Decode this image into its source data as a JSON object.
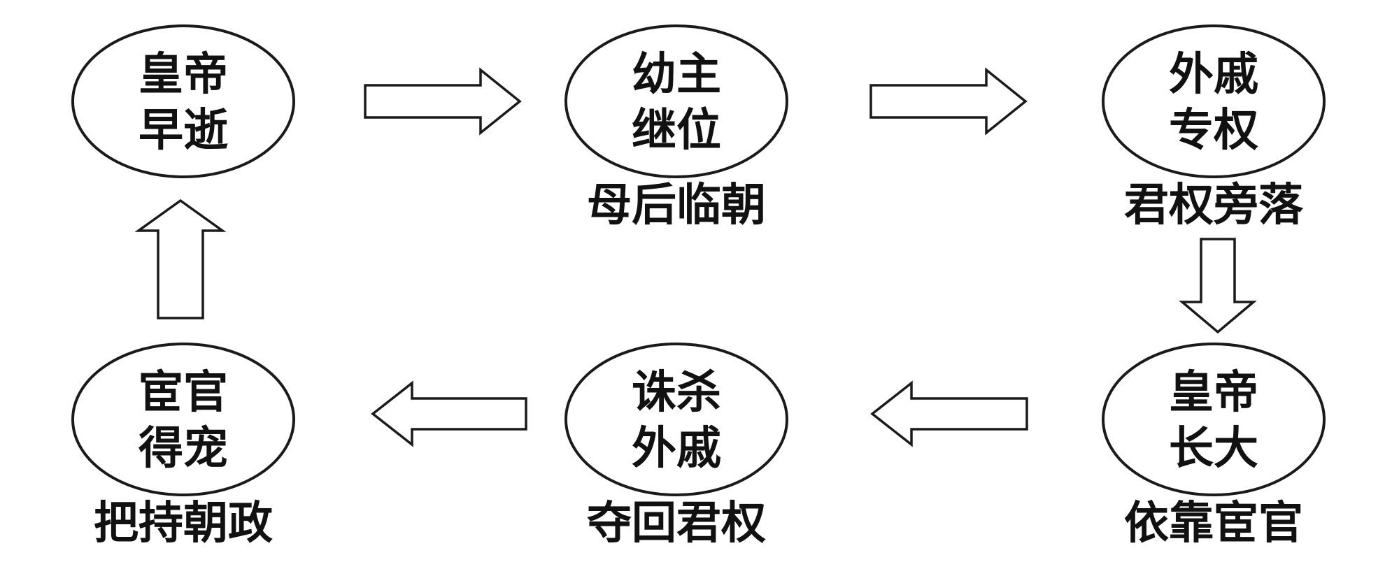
{
  "nodes": [
    {
      "id": "emperor-dies-early",
      "line1": "皇帝",
      "line2": "早逝",
      "caption": ""
    },
    {
      "id": "young-ruler-succeeds",
      "line1": "幼主",
      "line2": "继位",
      "caption": "母后临朝"
    },
    {
      "id": "consort-clan-rules",
      "line1": "外戚",
      "line2": "专权",
      "caption": "君权旁落"
    },
    {
      "id": "emperor-grows-up",
      "line1": "皇帝",
      "line2": "长大",
      "caption": "依靠宦官"
    },
    {
      "id": "kill-consort-clan",
      "line1": "诛杀",
      "line2": "外戚",
      "caption": "夺回君权"
    },
    {
      "id": "eunuchs-favored",
      "line1": "宦官",
      "line2": "得宠",
      "caption": "把持朝政"
    }
  ],
  "arrows": [
    {
      "from": "emperor-dies-early",
      "to": "young-ruler-succeeds",
      "direction": "right"
    },
    {
      "from": "young-ruler-succeeds",
      "to": "consort-clan-rules",
      "direction": "right"
    },
    {
      "from": "consort-clan-rules",
      "to": "emperor-grows-up",
      "direction": "down"
    },
    {
      "from": "emperor-grows-up",
      "to": "kill-consort-clan",
      "direction": "left"
    },
    {
      "from": "kill-consort-clan",
      "to": "eunuchs-favored",
      "direction": "left"
    },
    {
      "from": "eunuchs-favored",
      "to": "emperor-dies-early",
      "direction": "up"
    }
  ],
  "colors": {
    "stroke": "#1a1a1a",
    "fill": "#ffffff",
    "text": "#111111"
  }
}
